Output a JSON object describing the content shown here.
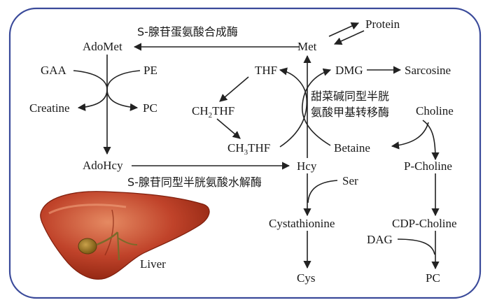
{
  "nodes": {
    "adomet": "AdoMet",
    "met": "Met",
    "protein": "Protein",
    "gaa": "GAA",
    "pe": "PE",
    "creatine": "Creatine",
    "pc_left": "PC",
    "thf": "THF",
    "ch2thf": "CH2THF",
    "ch3thf": "CH3THF",
    "dmg": "DMG",
    "sarcosine": "Sarcosine",
    "choline": "Choline",
    "betaine": "Betaine",
    "adohcy": "AdoHcy",
    "hcy": "Hcy",
    "ser": "Ser",
    "p_choline": "P-Choline",
    "cystathionine": "Cystathionine",
    "cdp_choline": "CDP-Choline",
    "dag": "DAG",
    "cys": "Cys",
    "pc_right": "PC",
    "liver": "Liver"
  },
  "enzymes": {
    "mat": "S-腺苷蛋氨酸合成酶",
    "bhmt_line1": "甜菜碱同型半胱",
    "bhmt_line2": "氨酸甲基转移酶",
    "ahcy": "S-腺苷同型半胱氨酸水解酶"
  },
  "colors": {
    "frame": "#3a4a9a",
    "line": "#222222",
    "liver_dark": "#9e2a14",
    "liver_main": "#c0432a",
    "liver_light": "#e07850",
    "gallbladder": "#8a6a1e"
  }
}
